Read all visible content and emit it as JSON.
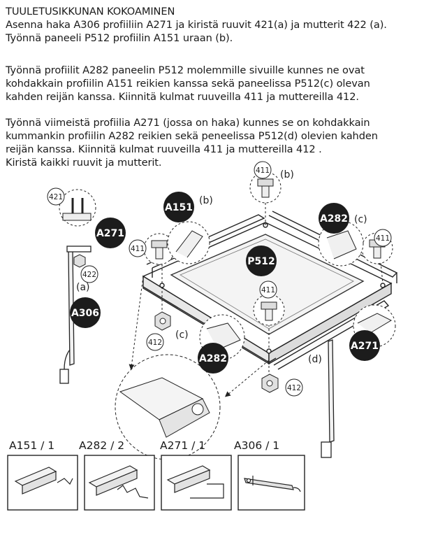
{
  "title": "TUULETUSIKKUNAN KOKOAMINEN",
  "paragraph1": [
    "Asenna haka A306 profiiliin A271 ja kiristä ruuvit 421(a) ja mutterit 422 (a).",
    "Työnnä paneeli P512 profiilin A151 uraan (b)."
  ],
  "paragraph2": [
    "Työnnä profiilit A282 paneelin P512 molemmille sivuille kunnes ne ovat",
    "kohdakkain profiilin A151 reikien kanssa  sekä paneelissa P512(c) olevan",
    "kahden reijän kanssa. Kiinnitä kulmat ruuveilla 411 ja muttereilla 412."
  ],
  "paragraph3": [
    "Työnnä viimeistä profiilia A271 (jossa on haka) kunnes se on kohdakkain",
    "kummankin profiilin A282 reikien sekä peneelissa P512(d) olevien kahden",
    "reijän  kanssa.  Kiinnitä  kulmat  ruuveilla  411  ja  muttereilla  412 .",
    "Kiristä kaikki ruuvit ja mutterit."
  ],
  "diagram": {
    "callouts": {
      "a151": "A151",
      "a282_top": "A282",
      "p512": "P512",
      "a271_left": "A271",
      "a306": "A306",
      "a282_bottom": "A282",
      "a271_right": "A271"
    },
    "small_labels": {
      "s421": "421",
      "s422": "422",
      "s411_top": "411",
      "s411_left": "411",
      "s411_right": "411",
      "s411_center": "411",
      "s412_left": "412",
      "s412_bottom": "412"
    },
    "letters": {
      "a": "(a)",
      "b_top": "(b)",
      "b_a151": "(b)",
      "c_top": "(c)",
      "c_left": "(c)",
      "d": "(d)"
    }
  },
  "parts": [
    {
      "label": "A151 / 1",
      "icon": "a151-profile-icon"
    },
    {
      "label": "A282 / 2",
      "icon": "a282-profile-icon"
    },
    {
      "label": "A271 / 1",
      "icon": "a271-profile-icon"
    },
    {
      "label": "A306 / 1",
      "icon": "a306-hook-icon"
    }
  ],
  "colors": {
    "text": "#1a1a1a",
    "callout_fill": "#1c1c1c",
    "callout_text": "#ffffff",
    "panel_fill": "#f4f4f4"
  }
}
